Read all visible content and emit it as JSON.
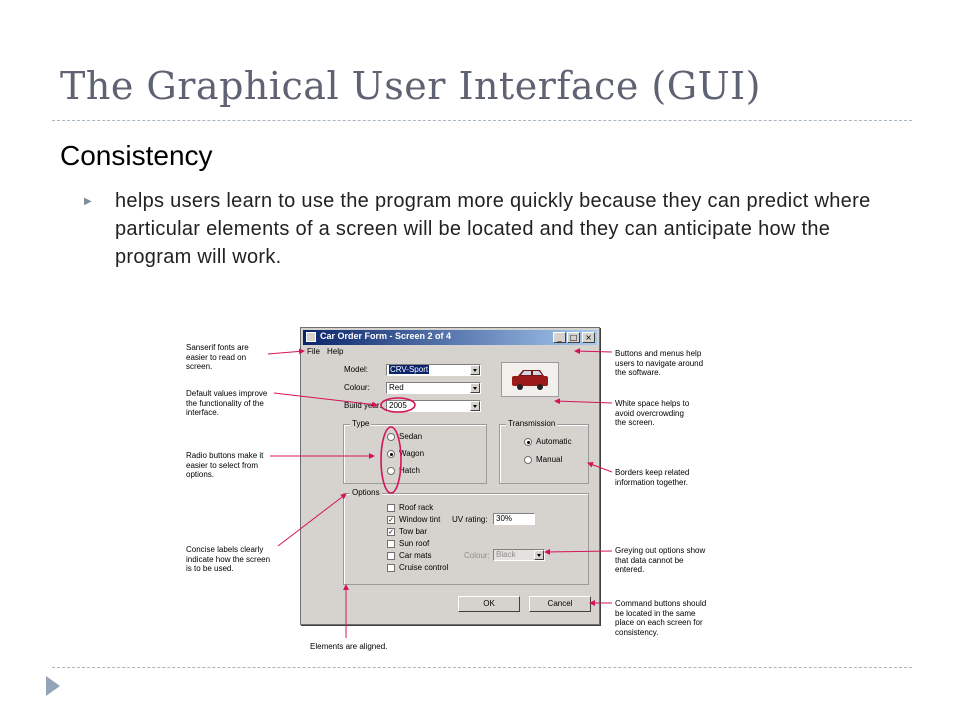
{
  "slide": {
    "title": "The Graphical User Interface (GUI)",
    "subtitle": "Consistency",
    "bullet_text": "helps users learn to use the program more quickly because they can predict where particular elements of a screen will be located and they can anticipate how the program will work."
  },
  "window": {
    "title": "Car Order Form - Screen 2 of 4",
    "controls": {
      "minimize": "_",
      "maximize": "□",
      "close": "×"
    },
    "menu": [
      "File",
      "Help"
    ],
    "fields": {
      "model_label": "Model:",
      "model_value": "CRV-Sport",
      "colour_label": "Colour:",
      "colour_value": "Red",
      "build_year_label": "Build year:",
      "build_year_value": "2005"
    },
    "type_group": {
      "label": "Type",
      "options": [
        "Sedan",
        "Wagon",
        "Hatch"
      ],
      "selected": "Wagon"
    },
    "transmission_group": {
      "label": "Transmission",
      "options": [
        "Automatic",
        "Manual"
      ],
      "selected": "Automatic"
    },
    "options_group": {
      "label": "Options",
      "items": [
        {
          "label": "Roof rack",
          "checked": false
        },
        {
          "label": "Window tint",
          "checked": true
        },
        {
          "label": "Tow bar",
          "checked": true
        },
        {
          "label": "Sun roof",
          "checked": false
        },
        {
          "label": "Car mats",
          "checked": false
        },
        {
          "label": "Cruise control",
          "checked": false
        }
      ],
      "uv_rating_label": "UV rating:",
      "uv_rating_value": "30%",
      "colour_label": "Colour:",
      "colour_value": "Black"
    },
    "buttons": {
      "ok": "OK",
      "cancel": "Cancel"
    }
  },
  "annotations": {
    "sanserif": "Sanserif fonts are easier to read on screen.",
    "default_values": "Default values improve the functionality of the interface.",
    "radio_buttons": "Radio buttons make it easier to select from options.",
    "concise_labels": "Concise labels clearly indicate how the screen is to be used.",
    "aligned": "Elements are aligned.",
    "buttons_menus": "Buttons and menus help users to navigate around the software.",
    "white_space": "White space helps to avoid overcrowding the screen.",
    "borders": "Borders keep related information together.",
    "greying": "Greying out options show that data cannot be entered.",
    "command_buttons": "Command buttons should be located in the same place on each screen for consistency."
  },
  "colors": {
    "title": "#5e6272",
    "rule": "#a9b6c4",
    "arrow": "#d4145a",
    "window_bg": "#d6d3ce",
    "titlebar": "#0a246a",
    "car": "#9b1b1b"
  }
}
